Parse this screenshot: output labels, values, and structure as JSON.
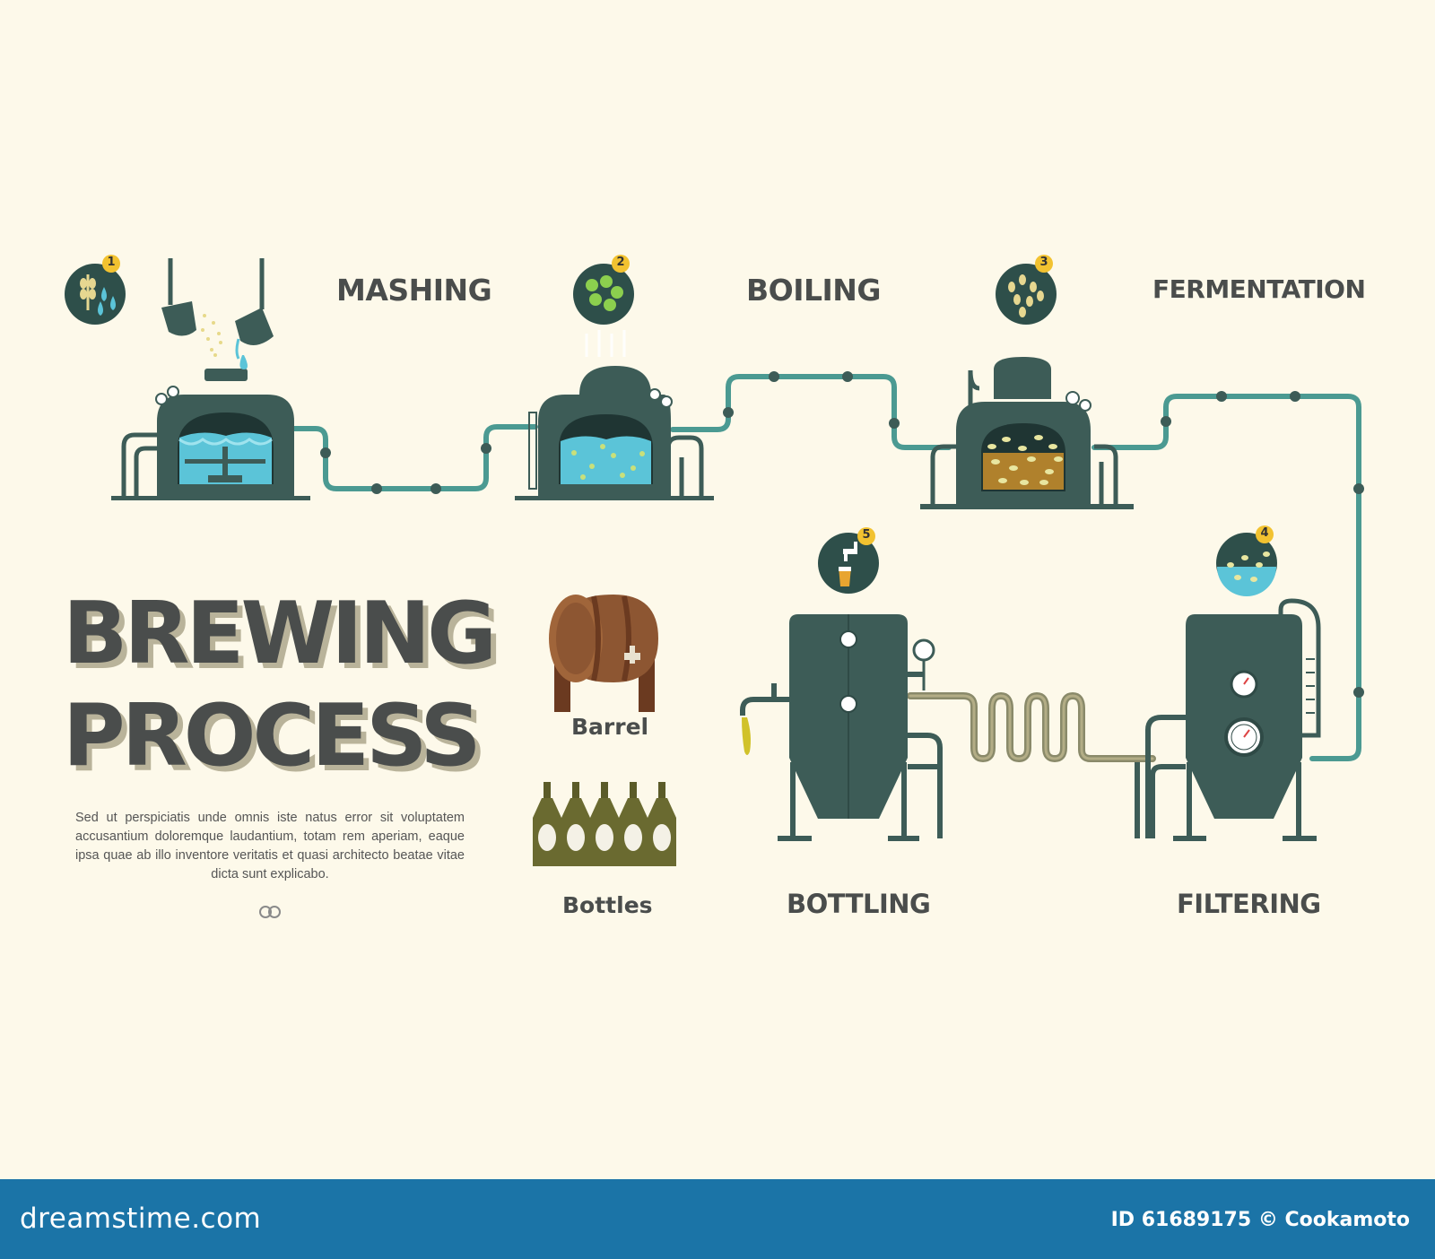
{
  "title_lines": [
    "BREWING",
    "PROCESS"
  ],
  "description": "Sed ut perspiciatis unde omnis iste natus error sit voluptatem accusantium doloremque laudantium, totam rem aperiam, eaque ipsa quae ab illo inventore veritatis et quasi architecto beatae vitae dicta sunt explicabo.",
  "steps": [
    {
      "number": "1",
      "label": "MASHING",
      "icon": "wheat-water-icon"
    },
    {
      "number": "2",
      "label": "BOILING",
      "icon": "hops-icon"
    },
    {
      "number": "3",
      "label": "FERMENTATION",
      "icon": "grain-icon"
    },
    {
      "number": "4",
      "label": "FILTERING",
      "icon": "filter-icon"
    },
    {
      "number": "5",
      "label": "BOTTLING",
      "icon": "beer-tap-icon"
    }
  ],
  "products": {
    "barrel": "Barrel",
    "bottles": "Bottles"
  },
  "footer": {
    "brand": "dreamstime.com",
    "id_credit": "ID 61689175 © Cookamoto"
  },
  "colors": {
    "background": "#fdf9ea",
    "equipment": "#3d5c57",
    "pipe": "#4b9a92",
    "water": "#5bc4d8",
    "badge": "#f2c230",
    "text": "#4a4d4c",
    "footer": "#1b74a7"
  }
}
